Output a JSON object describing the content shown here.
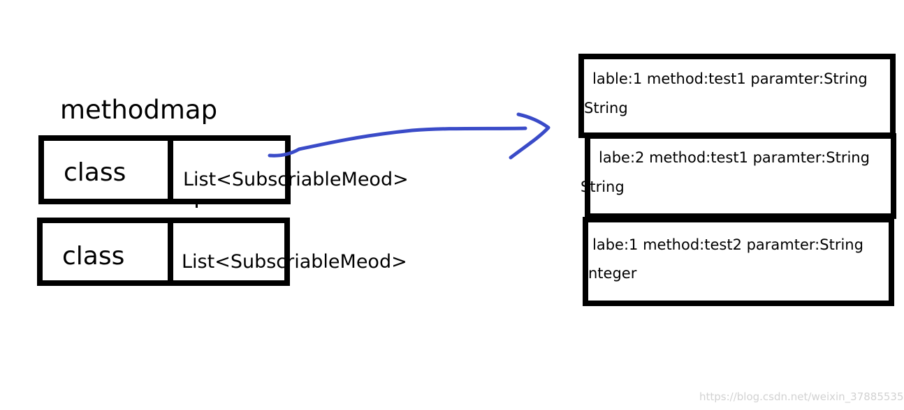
{
  "diagram": {
    "title": "methodmap",
    "rows": [
      {
        "key": "class",
        "value": "List<SubscriableMeod>"
      },
      {
        "key": "class",
        "value": "List<SubscriableMeod>"
      }
    ],
    "entries": [
      {
        "line1": "lable:1 method:test1 paramter:String",
        "line2": "String"
      },
      {
        "line1": "labe:2   method:test1  paramter:String",
        "line2": "String"
      },
      {
        "line1": "labe:1   method:test2 paramter:String",
        "line2": "nteger"
      }
    ],
    "arrow_color": "#3a4bc8"
  },
  "watermark": "https://blog.csdn.net/weixin_37885535"
}
